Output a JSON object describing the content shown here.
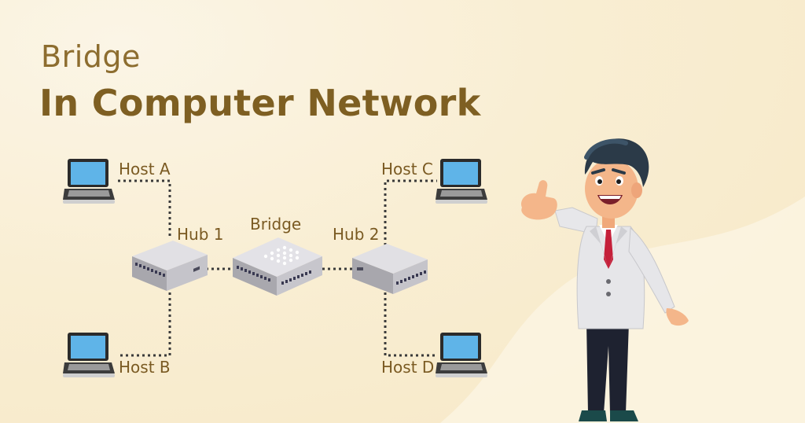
{
  "title": {
    "line1": "Bridge",
    "line2": "In Computer Network"
  },
  "hosts": {
    "a": "Host A",
    "b": "Host B",
    "c": "Host C",
    "d": "Host D"
  },
  "devices": {
    "hub1": "Hub 1",
    "hub2": "Hub 2",
    "bridge": "Bridge"
  },
  "colors": {
    "title": "#8d6d2f",
    "label": "#7a5a22",
    "laptop_screen": "#5fb4e8",
    "device_body": "#d4d3d8",
    "suit": "#e5e5e8",
    "tie": "#c5203a"
  }
}
